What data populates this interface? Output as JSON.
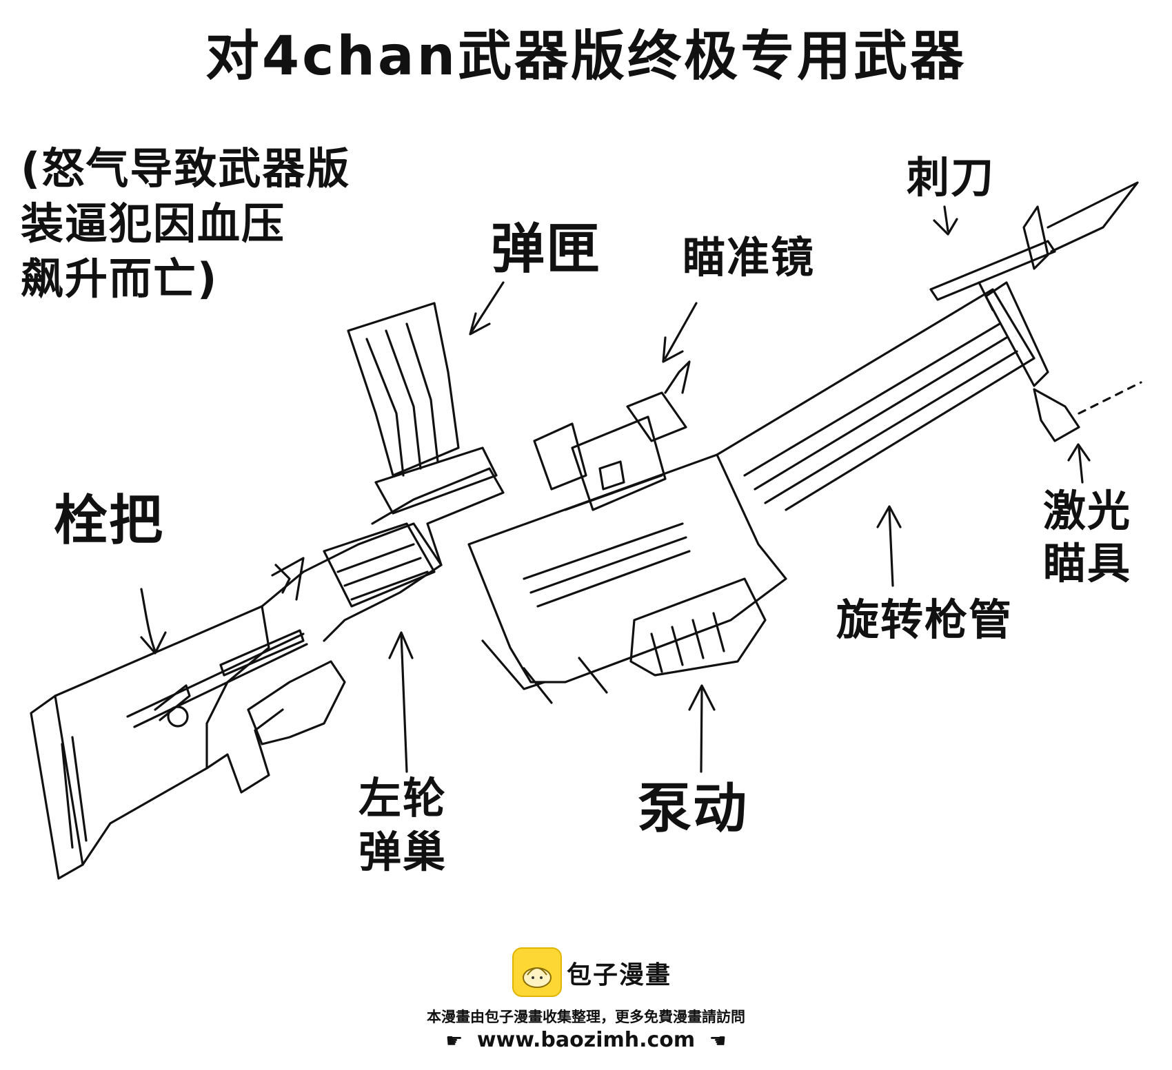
{
  "title": "对4chan武器版终极专用武器",
  "note": "(怒气导致武器版\n装逼犯因血压\n飙升而亡)",
  "labels": {
    "stock": "栓把",
    "magazine": "弹匣",
    "scope": "瞄准镜",
    "bayonet": "刺刀",
    "laser_sight": "激光\n瞄具",
    "rotating_barrel": "旋转枪管",
    "pump": "泵动",
    "revolver_cylinder": "左轮\n弹巢"
  },
  "watermark": {
    "logo_icon": "bun-logo-icon",
    "name": "包子漫畫",
    "note": "本漫畫由包子漫畫收集整理，更多免費漫畫請訪問",
    "url": "www.baozimh.com",
    "pointer_icon": "pointing-hand-icon",
    "accent_color": "#fdd835"
  }
}
